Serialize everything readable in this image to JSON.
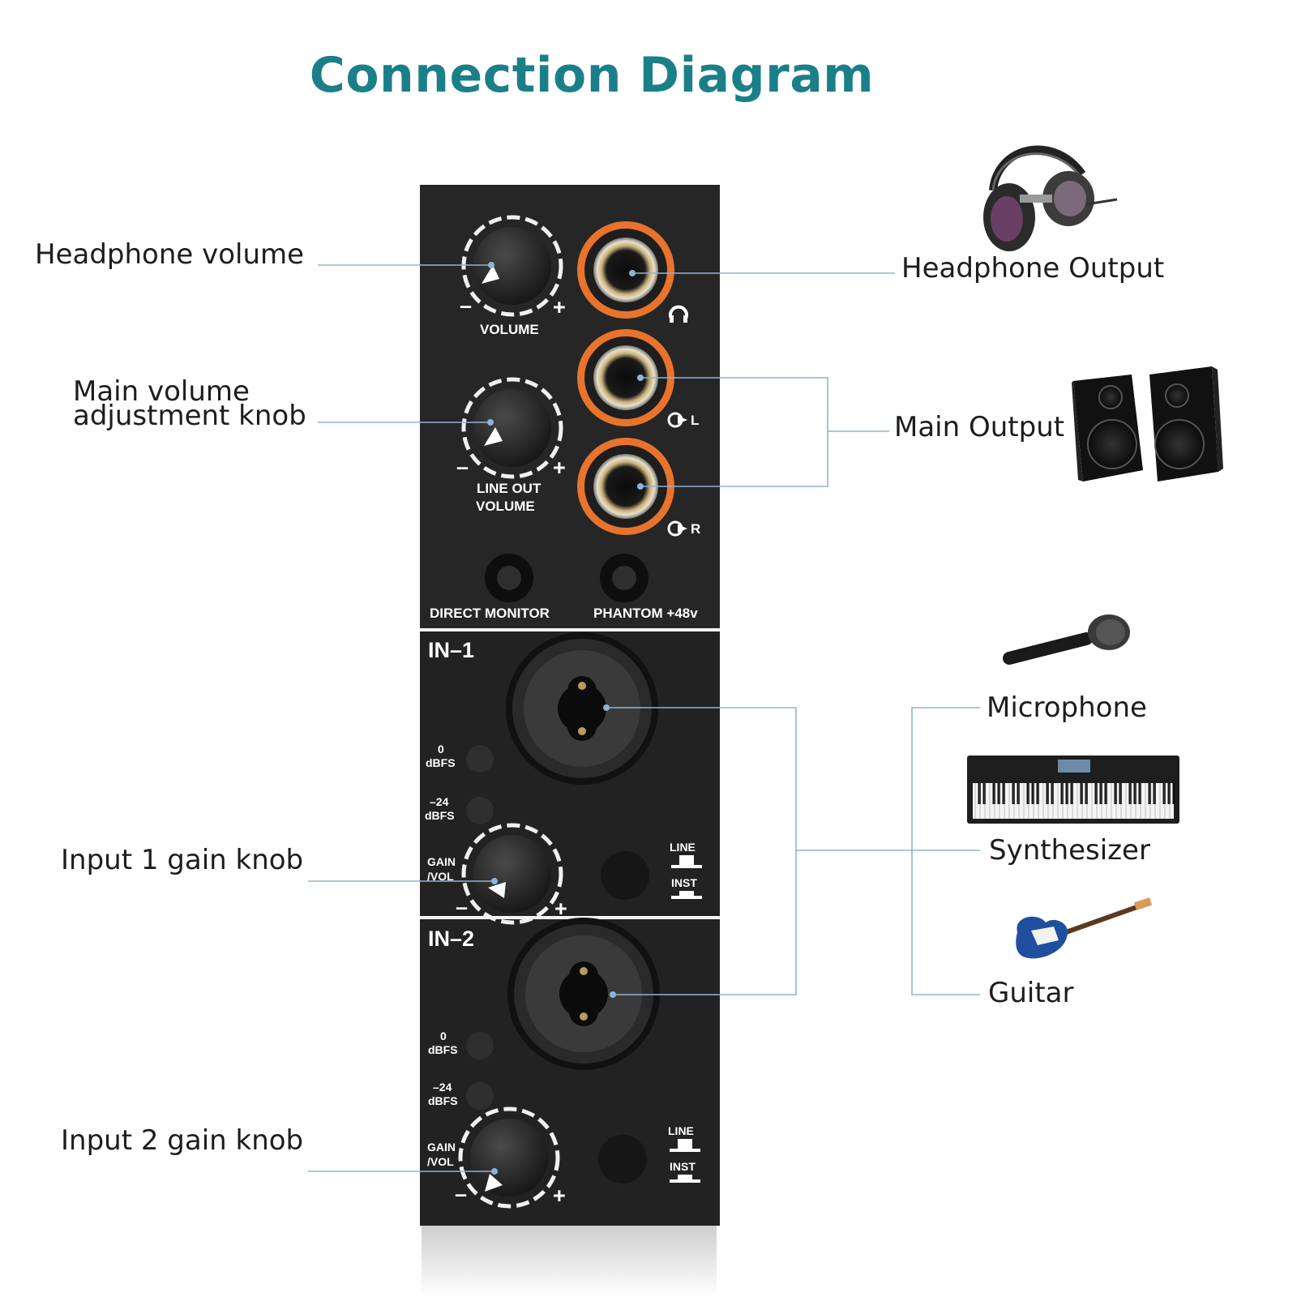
{
  "title": "Connection Diagram",
  "left_labels": {
    "headphone_volume": "Headphone volume",
    "main_volume_line1": "Main volume",
    "main_volume_line2": "adjustment knob",
    "input1_gain": "Input 1 gain knob",
    "input2_gain": "Input 2 gain knob"
  },
  "right_labels": {
    "headphone_output": "Headphone Output",
    "main_output": "Main Output",
    "microphone": "Microphone",
    "synthesizer": "Synthesizer",
    "guitar": "Guitar"
  },
  "panel": {
    "volume": "VOLUME",
    "line_out_1": "LINE OUT",
    "line_out_2": "VOLUME",
    "direct_monitor": "DIRECT MONITOR",
    "phantom": "PHANTOM +48v",
    "out_l": "L",
    "out_r": "R",
    "in1": "IN–1",
    "in2": "IN–2",
    "dbfs_0_num": "0",
    "dbfs_24_num": "–24",
    "dbfs": "dBFS",
    "gain_1": "GAIN",
    "gain_2": "/VOL",
    "line": "LINE",
    "inst": "INST",
    "minus": "–",
    "plus": "+"
  },
  "colors": {
    "title": "#1b7f89",
    "leader_line": "#8fb3d6",
    "panel": "#262626",
    "jack_ring": "#e8732c"
  },
  "icons": [
    "headphones-icon",
    "speakers-icon",
    "microphone-icon",
    "synthesizer-icon",
    "guitar-icon",
    "headphone-symbol-icon"
  ]
}
